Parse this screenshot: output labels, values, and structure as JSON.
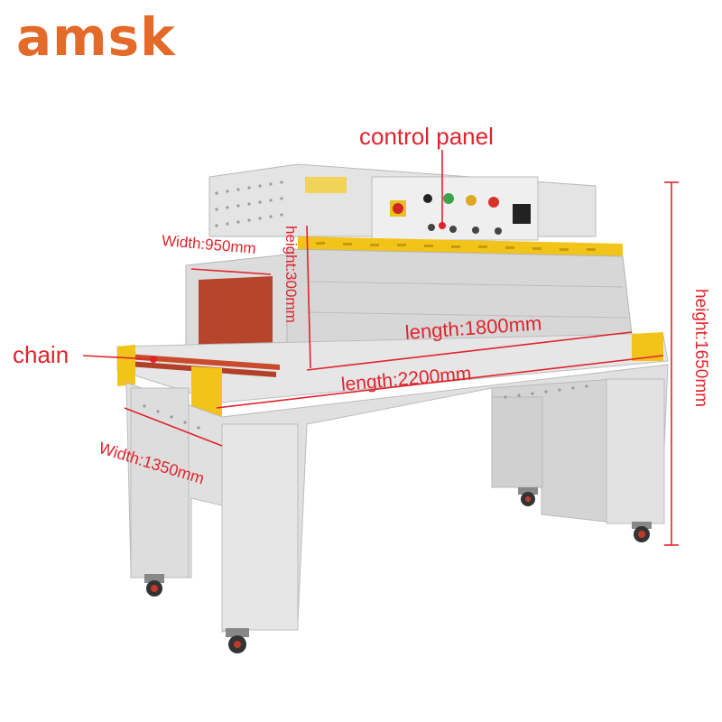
{
  "brand": {
    "logo_text": "amsk",
    "color": "#e46a2a"
  },
  "annotations": {
    "control_panel": "control panel",
    "chain": "chain",
    "width_top": "Width:950mm",
    "height_tunnel": "height:300mm",
    "length_tunnel": "length:1800mm",
    "length_total": "length:2200mm",
    "width_base": "Width:1350mm",
    "height_total": "height:1650mm"
  },
  "colors": {
    "annotation": "#e0242b",
    "frame": "#dcdcdc",
    "tunnel_door": "#b6452c",
    "yellow_guard": "#f2c319"
  }
}
